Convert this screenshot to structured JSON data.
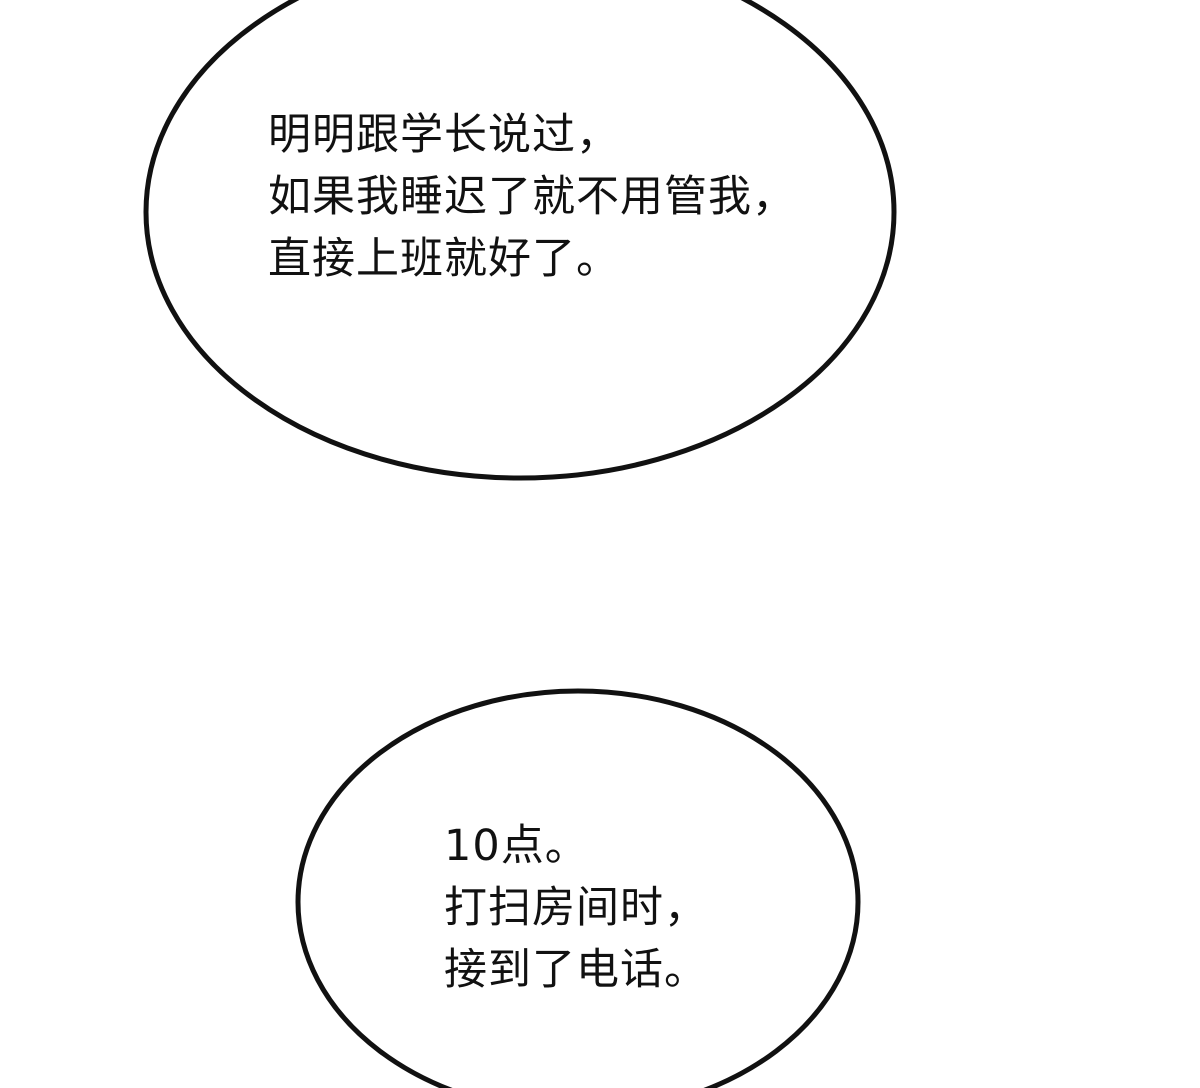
{
  "bubbles": [
    {
      "lines": [
        "明明跟学长说过，",
        "如果我睡迟了就不用管我，",
        "直接上班就好了。"
      ]
    },
    {
      "lines": [
        "10点。",
        "打扫房间时，",
        "接到了电话。"
      ]
    }
  ],
  "colors": {
    "background": "#ffffff",
    "outline": "#111111",
    "text": "#111111"
  }
}
